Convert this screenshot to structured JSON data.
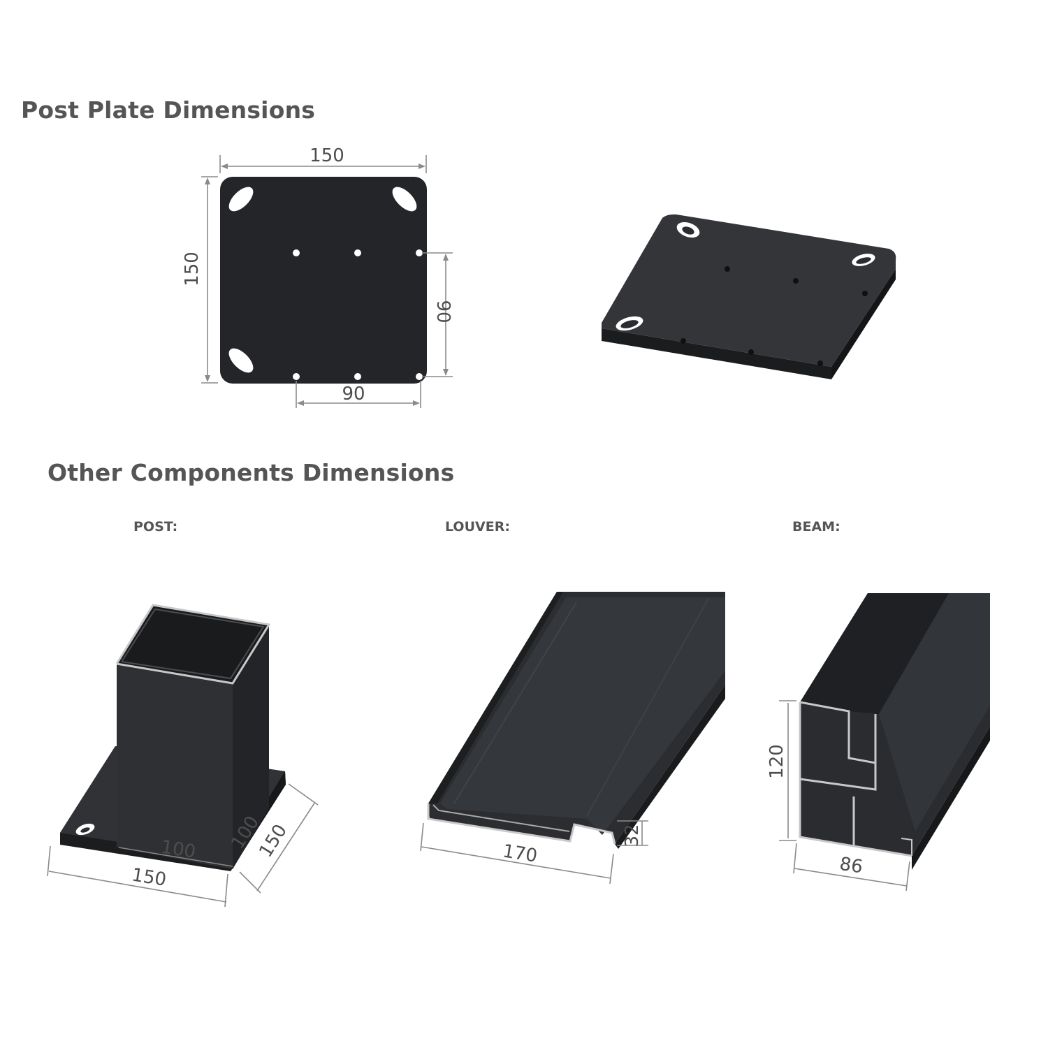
{
  "post_plate": {
    "heading": "Post Plate Dimensions",
    "width": "150",
    "height": "150",
    "hole_spacing_vertical": "90",
    "hole_spacing_horizontal": "90"
  },
  "components": {
    "heading": "Other Components Dimensions",
    "post": {
      "label": "POST:",
      "inner": "100",
      "inner_depth": "100",
      "base_width": "150",
      "base_depth": "150"
    },
    "louver": {
      "label": "LOUVER:",
      "width": "170",
      "height": "32"
    },
    "beam": {
      "label": "BEAM:",
      "height": "120",
      "width": "86"
    }
  },
  "colors": {
    "metal": "#25272a",
    "metal_light": "#35383c",
    "dimension_line": "#8a8a8a",
    "text": "#555555"
  }
}
